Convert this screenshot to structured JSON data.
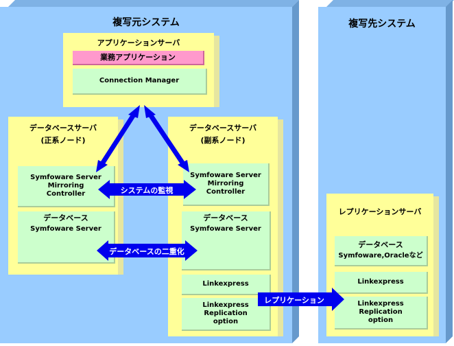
{
  "source_system": {
    "title": "複写元システム",
    "app_server": {
      "title": "アプリケーションサーバ",
      "business_app": "業務アプリケーション",
      "connection_manager": "Connection Manager"
    },
    "primary_db_server": {
      "title_line1": "データベースサーバ",
      "title_line2": "(正系ノード)",
      "mirroring_controller": [
        "Symfoware Server",
        "Mirroring",
        "Controller"
      ],
      "database_label": "データベース",
      "database_product": "Symfoware Server"
    },
    "secondary_db_server": {
      "title_line1": "データベースサーバ",
      "title_line2": "(副系ノード)",
      "mirroring_controller": [
        "Symfoware Server",
        "Mirroring",
        "Controller"
      ],
      "database_label": "データベース",
      "database_product": "Symfoware Server",
      "linkexpress": "Linkexpress",
      "replication_option": [
        "Linkexpress",
        "Replication",
        "option"
      ]
    }
  },
  "target_system": {
    "title": "複写先システム",
    "replication_server": {
      "title": "レプリケーションサーバ",
      "database_label": "データベース",
      "database_product": "Symfoware,Oracleなど",
      "linkexpress": "Linkexpress",
      "replication_option": [
        "Linkexpress",
        "Replication",
        "option"
      ]
    }
  },
  "arrows": {
    "monitoring": "システムの監視",
    "duplication": "データベースの二重化",
    "replication": "レプリケーション"
  },
  "colors": {
    "system_bg": "#99ccff",
    "server_bg": "#ffff99",
    "component_bg": "#ccffcc",
    "business_app_bg": "#ff99cc",
    "arrow": "#0000ee"
  }
}
